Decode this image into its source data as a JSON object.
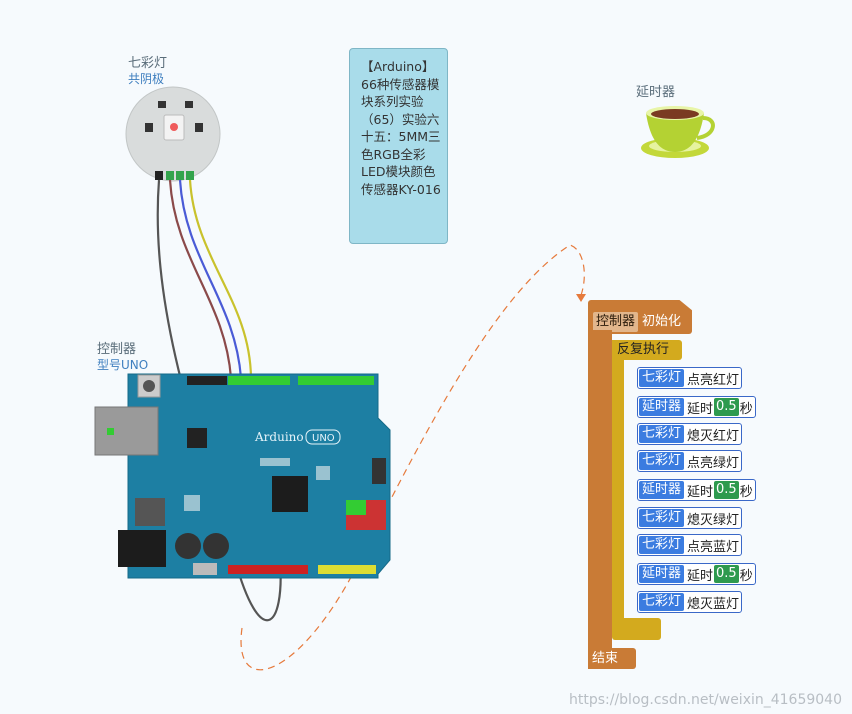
{
  "led_module": {
    "title": "七彩灯",
    "subtitle": "共阴极"
  },
  "controller": {
    "title": "控制器",
    "subtitle": "型号UNO",
    "board_logo": "Arduino",
    "board_model": "UNO"
  },
  "note": {
    "text": "【Arduino】66种传感器模块系列实验（65）实验六十五：5MM三色RGB全彩LED模块颜色传感器KY-016"
  },
  "delay_device": {
    "title": "延时器"
  },
  "program": {
    "init_tag": "控制器",
    "init_label": "初始化",
    "loop_label": "反复执行",
    "end_label": "结束",
    "statements": [
      {
        "tag": "七彩灯",
        "text": "点亮红灯"
      },
      {
        "tag": "延时器",
        "prefix": "延时",
        "value": "0.5",
        "unit": "秒"
      },
      {
        "tag": "七彩灯",
        "text": "熄灭红灯"
      },
      {
        "tag": "七彩灯",
        "text": "点亮绿灯"
      },
      {
        "tag": "延时器",
        "prefix": "延时",
        "value": "0.5",
        "unit": "秒"
      },
      {
        "tag": "七彩灯",
        "text": "熄灭绿灯"
      },
      {
        "tag": "七彩灯",
        "text": "点亮蓝灯"
      },
      {
        "tag": "延时器",
        "prefix": "延时",
        "value": "0.5",
        "unit": "秒"
      },
      {
        "tag": "七彩灯",
        "text": "熄灭蓝灯"
      }
    ]
  },
  "watermark": "https://blog.csdn.net/weixin_41659040",
  "colors": {
    "board": "#1d7fa3",
    "wire_red": "#8b4a4a",
    "wire_green": "#4a5bd6",
    "wire_blue": "#c9c22c",
    "wire_gnd": "#555555",
    "ctrl_block": "#c97b36",
    "loop_block": "#d3aa1e",
    "tag_blue": "#3b7ce0",
    "num_green": "#2e9a4e"
  }
}
